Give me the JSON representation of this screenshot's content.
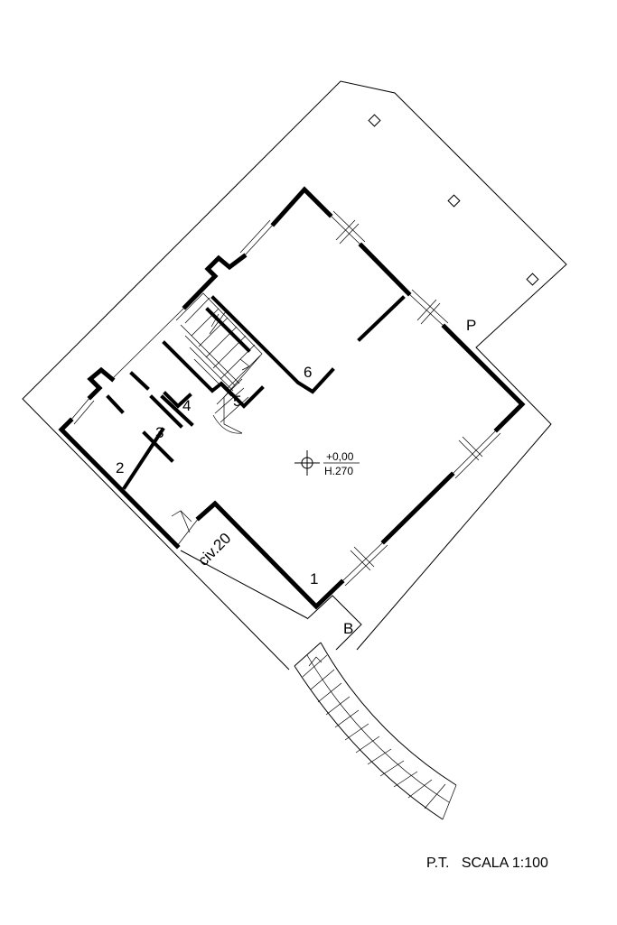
{
  "labels": {
    "room_1": "1",
    "room_2": "2",
    "room_3": "3",
    "room_4": "4",
    "room_5": "5",
    "room_6": "6",
    "area_p": "P",
    "area_b": "B",
    "entrance": "civ.20",
    "level": "+0,00",
    "height": "H.270"
  },
  "footer": {
    "floor": "P.T.",
    "scale": "SCALA 1:100"
  }
}
